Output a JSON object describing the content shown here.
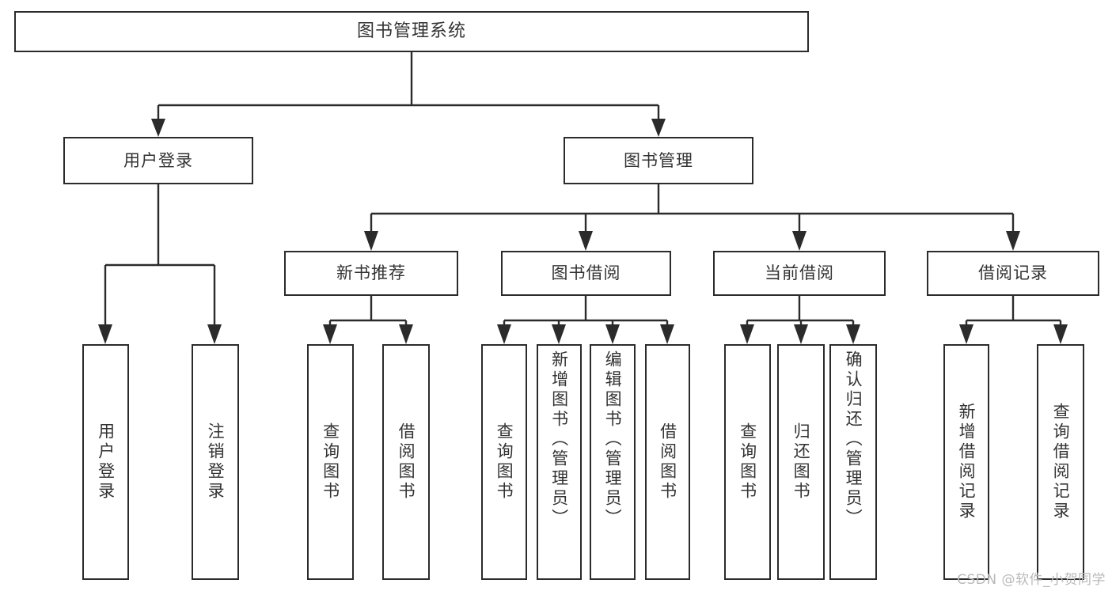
{
  "diagram": {
    "type": "tree",
    "title": "图书管理系统",
    "watermark": "CSDN @软件_小贺同学",
    "colors": {
      "stroke": "#2b2b2b",
      "node_fill": "#ffffff",
      "text": "#333333",
      "watermark": "#b9b9b9",
      "background": "#ffffff"
    },
    "root": {
      "label": "图书管理系统"
    },
    "level2": [
      {
        "id": "user-login",
        "label": "用户登录"
      },
      {
        "id": "book-manage",
        "label": "图书管理"
      }
    ],
    "level3": [
      {
        "id": "new-book-recommend",
        "label": "新书推荐"
      },
      {
        "id": "book-borrow",
        "label": "图书借阅"
      },
      {
        "id": "current-borrow",
        "label": "当前借阅"
      },
      {
        "id": "borrow-record",
        "label": "借阅记录"
      }
    ],
    "leaves": {
      "user_login": [
        {
          "id": "leaf-user-login",
          "label": "用户登录"
        },
        {
          "id": "leaf-logout-login",
          "label": "注销登录"
        }
      ],
      "new_book_recommend": [
        {
          "id": "leaf-query-book-1",
          "label": "查询图书"
        },
        {
          "id": "leaf-borrow-book-1",
          "label": "借阅图书"
        }
      ],
      "book_borrow": [
        {
          "id": "leaf-query-book-2",
          "label": "查询图书"
        },
        {
          "id": "leaf-add-book",
          "label": "新增图书（管理员）"
        },
        {
          "id": "leaf-edit-book",
          "label": "编辑图书（管理员）"
        },
        {
          "id": "leaf-borrow-book-2",
          "label": "借阅图书"
        }
      ],
      "current_borrow": [
        {
          "id": "leaf-query-book-3",
          "label": "查询图书"
        },
        {
          "id": "leaf-return-book",
          "label": "归还图书"
        },
        {
          "id": "leaf-confirm-return",
          "label": "确认归还（管理员）"
        }
      ],
      "borrow_record": [
        {
          "id": "leaf-add-borrow-record",
          "label": "新增借阅记录"
        },
        {
          "id": "leaf-query-borrow-record",
          "label": "查询借阅记录"
        }
      ]
    }
  }
}
